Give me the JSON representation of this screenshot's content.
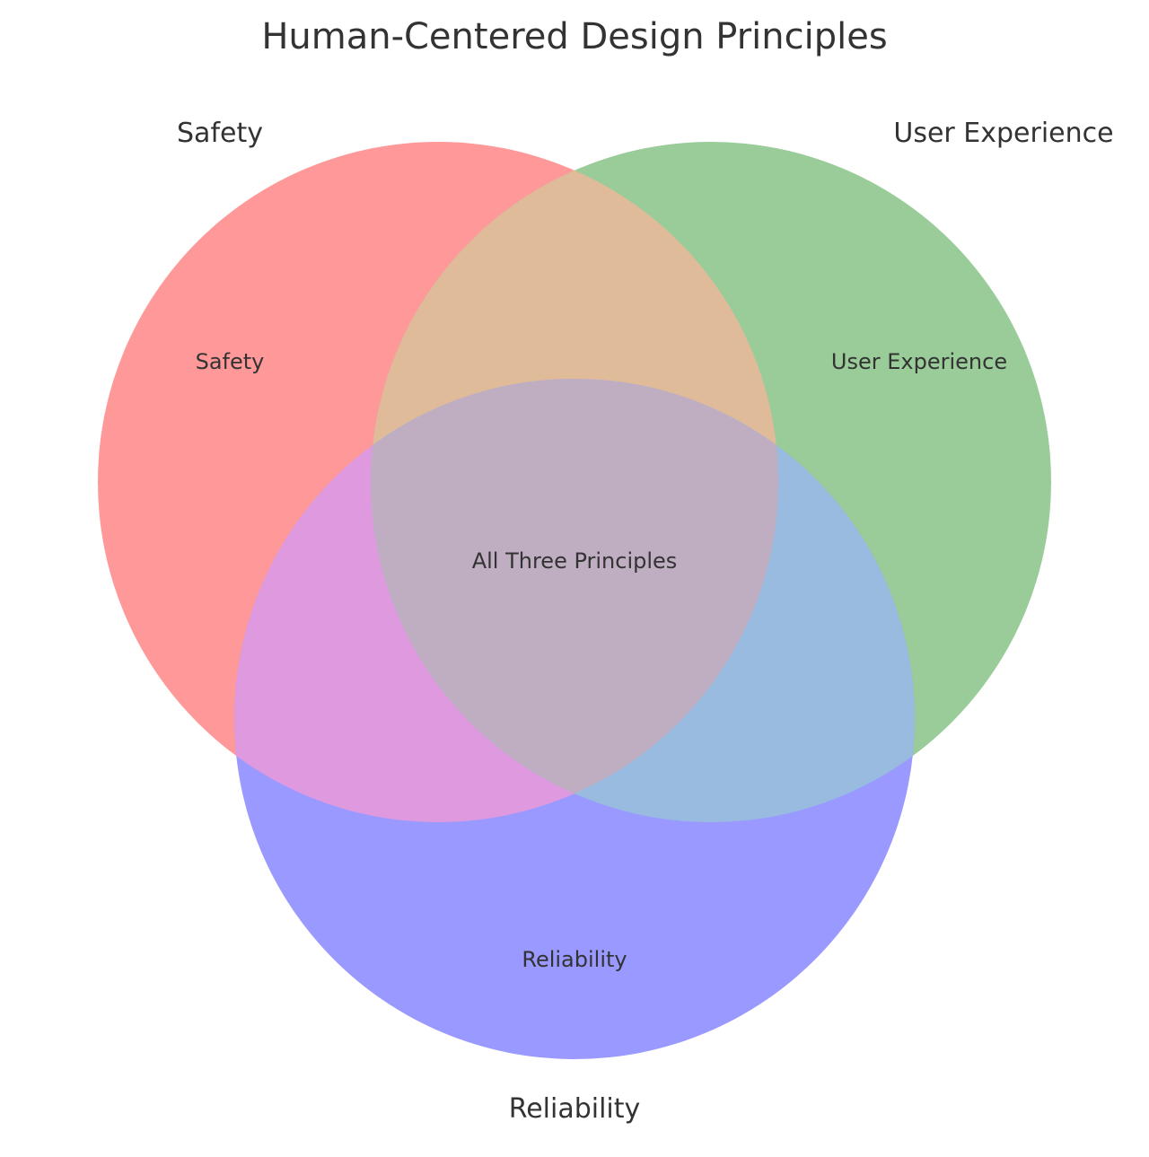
{
  "title": "Human-Centered Design Principles",
  "sets": [
    {
      "key": "safety",
      "name": "Safety",
      "region_label": "Safety",
      "color": "#ff9999"
    },
    {
      "key": "user_experience",
      "name": "User Experience",
      "region_label": "User Experience",
      "color": "#99cc99"
    },
    {
      "key": "reliability",
      "name": "Reliability",
      "region_label": "Reliability",
      "color": "#9999ff"
    }
  ],
  "intersections": {
    "safety_user_experience": {
      "color": "#e0bb99"
    },
    "safety_reliability": {
      "color": "#df99df"
    },
    "user_experience_reliability": {
      "color": "#99bbdf"
    },
    "all": {
      "label": "All Three Principles",
      "color": "#bfaec1"
    }
  }
}
